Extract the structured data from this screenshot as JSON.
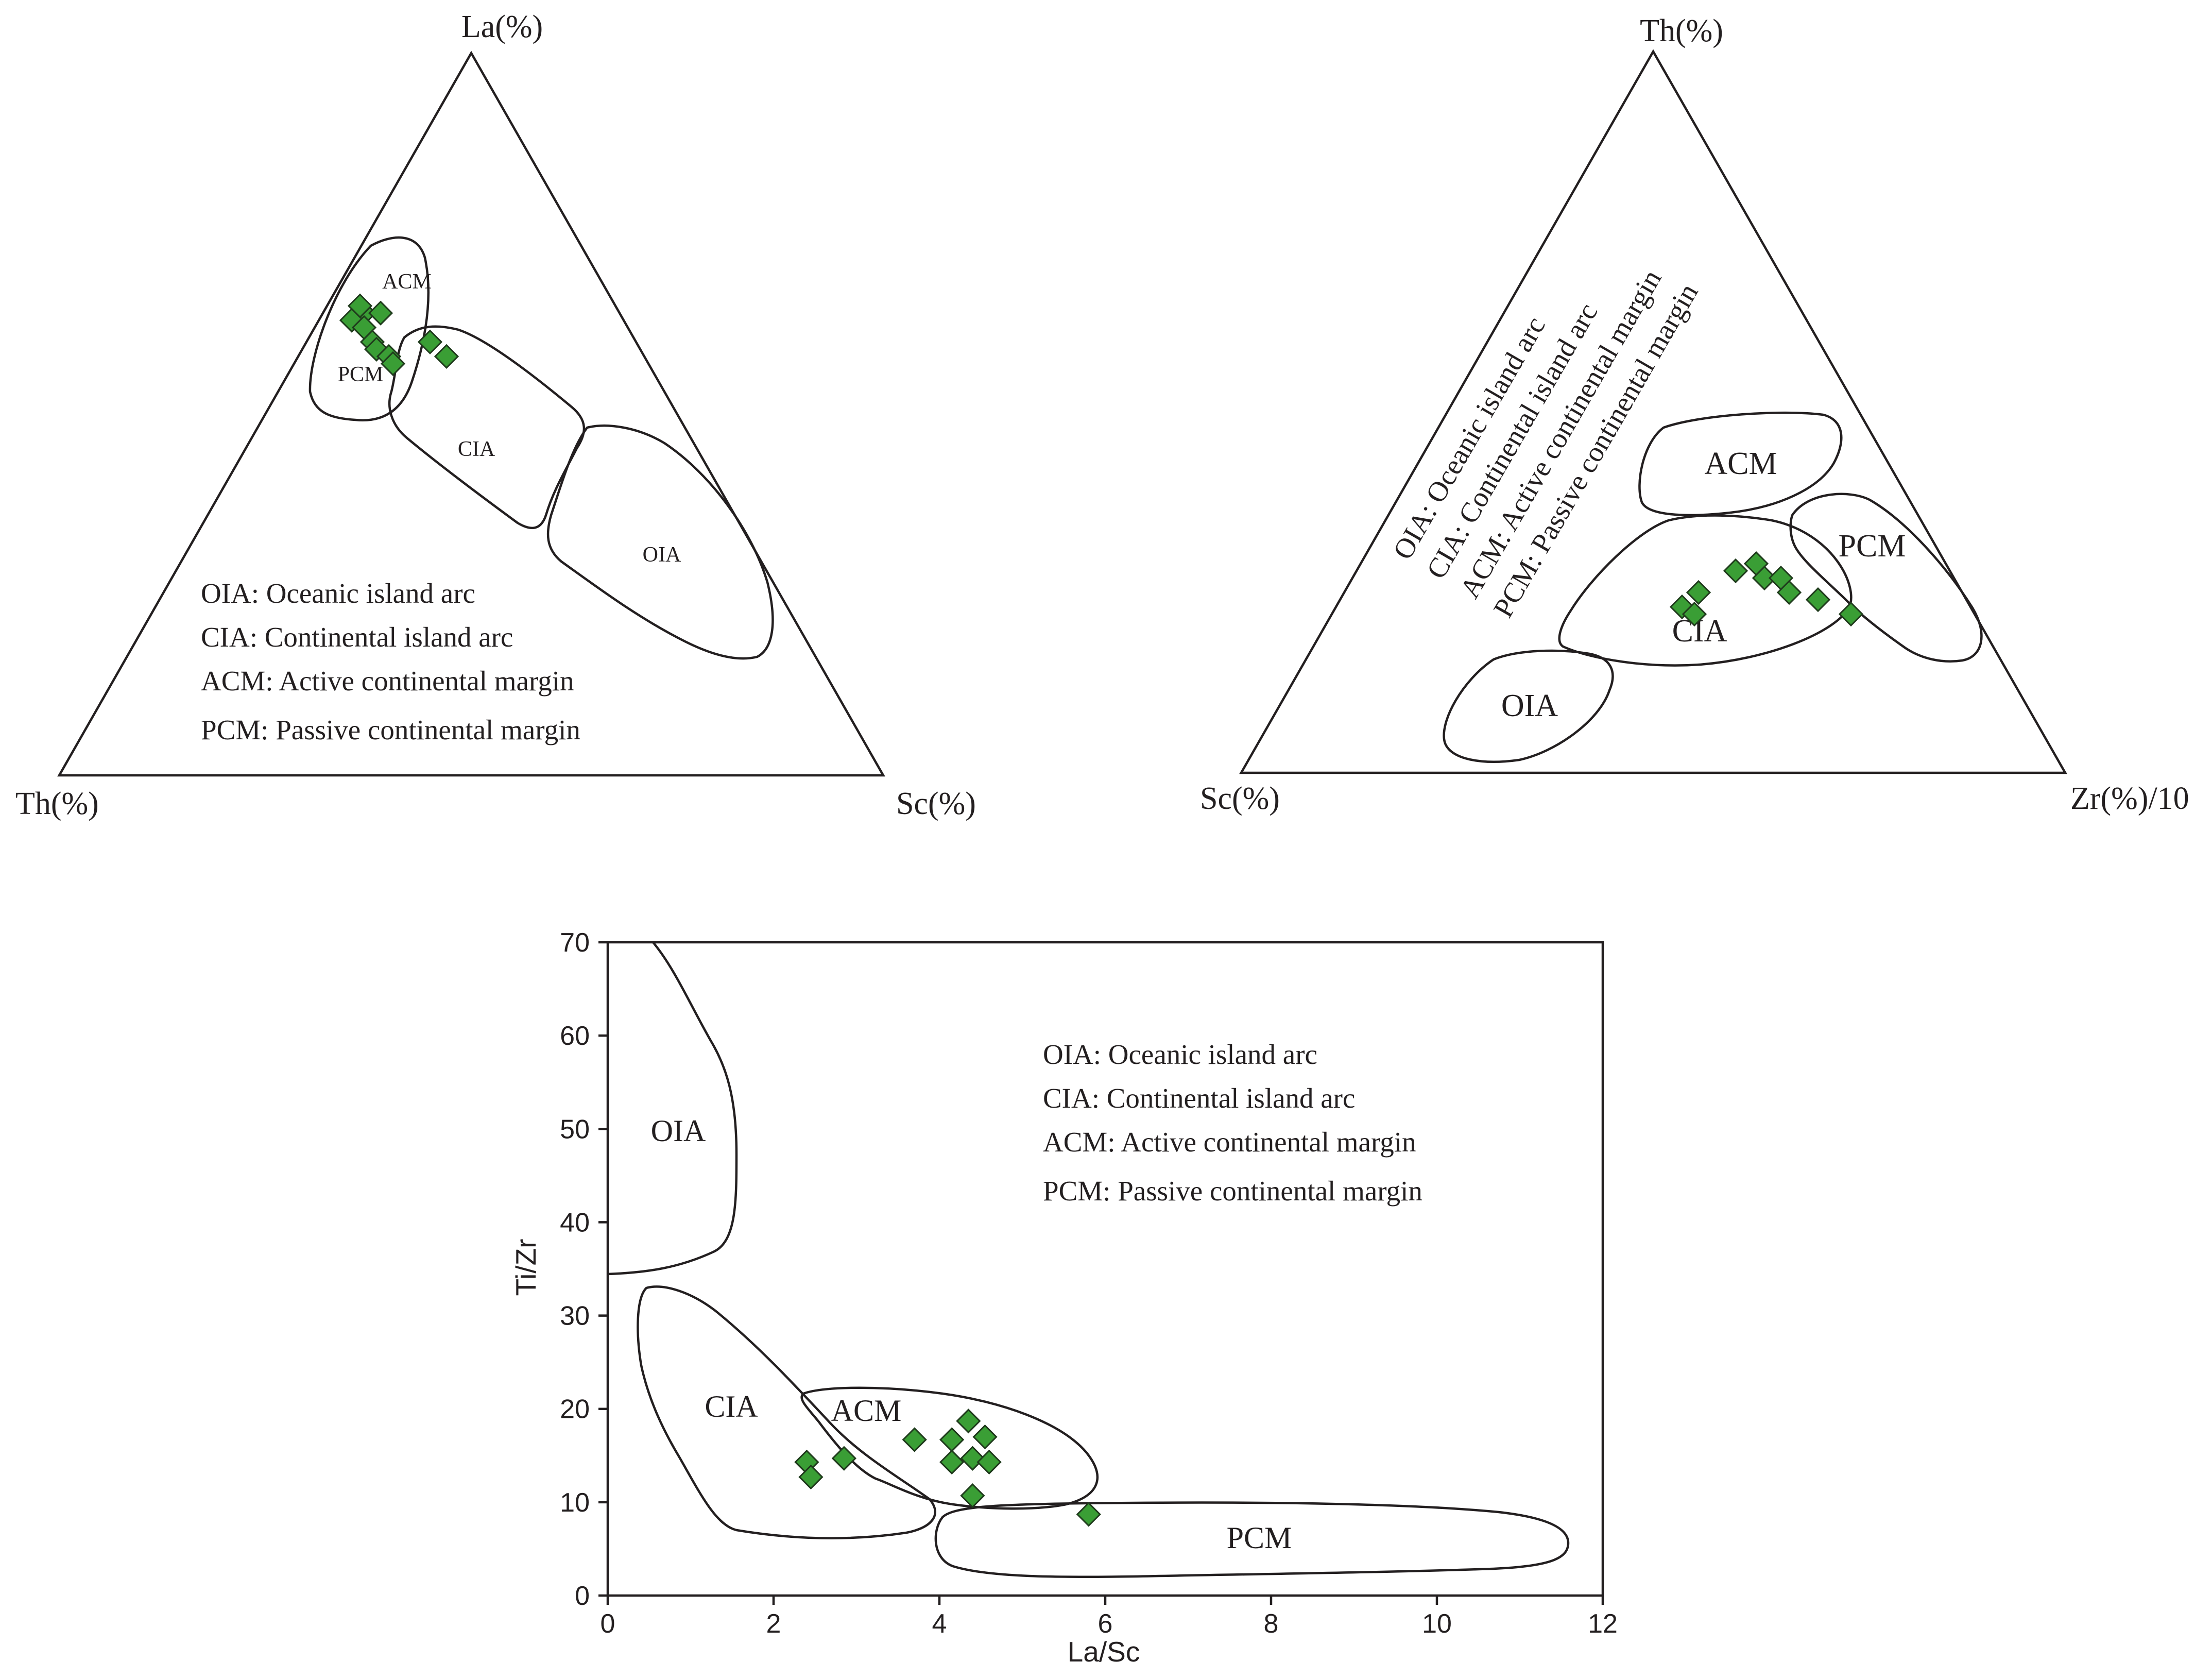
{
  "legend_lines": [
    "OIA: Oceanic island arc",
    "CIA: Continental island arc",
    "ACM: Active continental margin",
    "PCM: Passive continental margin"
  ],
  "colors": {
    "point_fill": "#3a9e35",
    "point_stroke": "#1f3b1c",
    "line": "#231f20"
  },
  "marker": "diamond",
  "chart_data": [
    {
      "type": "scatter",
      "subtype": "ternary",
      "apices": {
        "top": "La(%)",
        "left": "Th(%)",
        "right": "Sc(%)"
      },
      "field_labels": [
        "ACM",
        "PCM",
        "CIA",
        "OIA"
      ],
      "points": [
        {
          "La": 64,
          "Th": 31,
          "Sc": 5
        },
        {
          "La": 64,
          "Th": 29,
          "Sc": 7
        },
        {
          "La": 65,
          "Th": 31,
          "Sc": 4
        },
        {
          "La": 63,
          "Th": 33,
          "Sc": 4
        },
        {
          "La": 62,
          "Th": 32,
          "Sc": 6
        },
        {
          "La": 60,
          "Th": 32,
          "Sc": 8
        },
        {
          "La": 59,
          "Th": 32,
          "Sc": 9
        },
        {
          "La": 58,
          "Th": 31,
          "Sc": 11
        },
        {
          "La": 57,
          "Th": 31,
          "Sc": 12
        },
        {
          "La": 60,
          "Th": 25,
          "Sc": 15
        },
        {
          "La": 58,
          "Th": 24,
          "Sc": 18
        }
      ]
    },
    {
      "type": "scatter",
      "subtype": "ternary",
      "apices": {
        "top": "Th(%)",
        "left": "Sc(%)",
        "right": "Zr(%)/10"
      },
      "field_labels": [
        "ACM",
        "PCM",
        "CIA",
        "OIA"
      ],
      "points": [
        {
          "Th": 23,
          "Sc": 35,
          "Zr10": 42
        },
        {
          "Th": 22,
          "Sc": 34,
          "Zr10": 44
        },
        {
          "Th": 25,
          "Sc": 32,
          "Zr10": 43
        },
        {
          "Th": 28,
          "Sc": 26,
          "Zr10": 46
        },
        {
          "Th": 29,
          "Sc": 23,
          "Zr10": 48
        },
        {
          "Th": 27,
          "Sc": 23,
          "Zr10": 50
        },
        {
          "Th": 27,
          "Sc": 21,
          "Zr10": 52
        },
        {
          "Th": 25,
          "Sc": 21,
          "Zr10": 54
        },
        {
          "Th": 24,
          "Sc": 18,
          "Zr10": 58
        },
        {
          "Th": 22,
          "Sc": 15,
          "Zr10": 63
        }
      ]
    },
    {
      "type": "scatter",
      "xlabel": "La/Sc",
      "ylabel": "Ti/Zr",
      "xlim": [
        0,
        12
      ],
      "ylim": [
        0,
        70
      ],
      "xticks": [
        0,
        2,
        4,
        6,
        8,
        10,
        12
      ],
      "yticks": [
        0,
        10,
        20,
        30,
        40,
        50,
        60,
        70
      ],
      "field_labels": [
        "OIA",
        "CIA",
        "ACM",
        "PCM"
      ],
      "points": [
        [
          2.4,
          14.3
        ],
        [
          2.45,
          12.7
        ],
        [
          2.85,
          14.7
        ],
        [
          3.7,
          16.7
        ],
        [
          4.15,
          16.7
        ],
        [
          4.15,
          14.3
        ],
        [
          4.35,
          18.7
        ],
        [
          4.4,
          14.7
        ],
        [
          4.55,
          17.0
        ],
        [
          4.6,
          14.3
        ],
        [
          4.4,
          10.7
        ],
        [
          5.8,
          8.7
        ]
      ]
    }
  ]
}
